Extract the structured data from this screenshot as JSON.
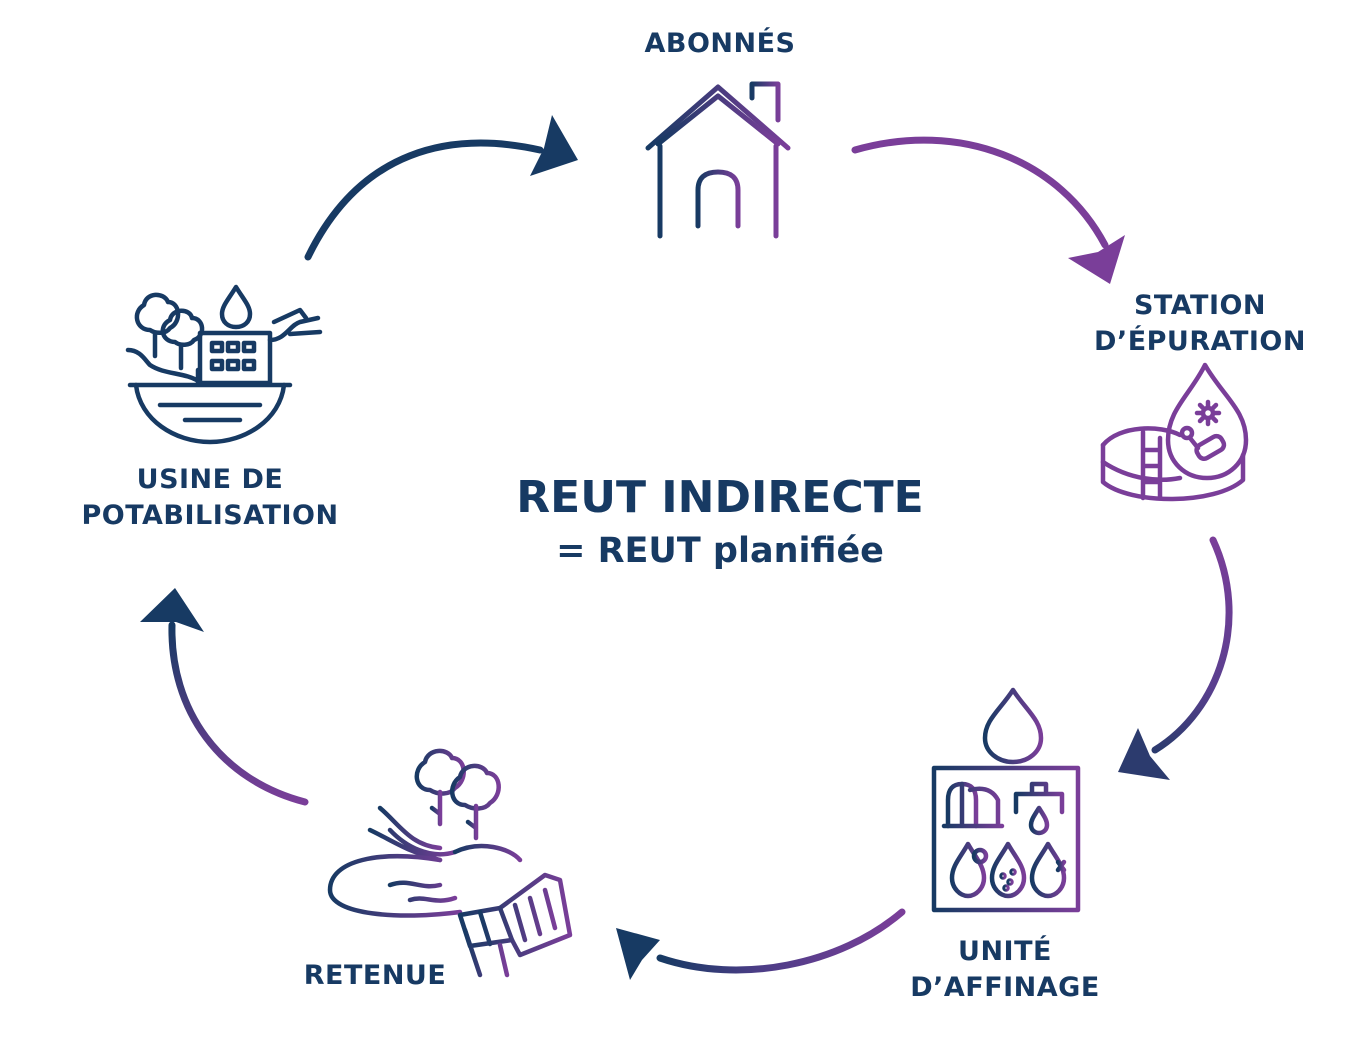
{
  "diagram": {
    "title": "REUT INDIRECTE",
    "subtitle": "= REUT planifiée",
    "nodes": {
      "abonnes": [
        "ABONNÉS"
      ],
      "station": [
        "STATION",
        "D’ÉPURATION"
      ],
      "affinage": [
        "UNITÉ",
        "D’AFFINAGE"
      ],
      "retenue": [
        "RETENUE"
      ],
      "usine": [
        "USINE DE",
        "POTABILISATION"
      ]
    },
    "icons": {
      "abonnes": "house-icon",
      "station": "treatment-plant-icon",
      "affinage": "refining-unit-icon",
      "retenue": "reservoir-dam-icon",
      "usine": "water-treatment-plant-icon"
    }
  },
  "colors": {
    "navy": "#173a63",
    "purple": "#7a3e99"
  }
}
